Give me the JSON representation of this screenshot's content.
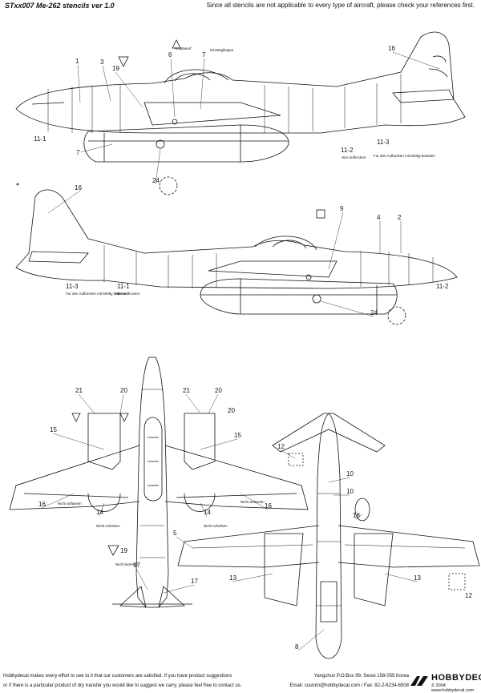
{
  "header": {
    "title": "STxx007 Me-262 stencils ver 1.0",
    "notice": "Since all stencils are not applicable to every type of aircraft, please check your references first."
  },
  "callouts": {
    "n1": "1",
    "n2": "2",
    "n3": "3",
    "n4": "4",
    "n5": "5",
    "n6": "6",
    "n7": "7",
    "n8": "8",
    "n9": "9",
    "n10": "10",
    "n11_1": "11-1",
    "n11_2": "11-2",
    "n11_3": "11-3",
    "n12": "12",
    "n13": "13",
    "n14": "14",
    "n15": "15",
    "n16": "16",
    "n17": "17",
    "n18": "18",
    "n19": "19",
    "n20": "20",
    "n21": "21",
    "n24": "24"
  },
  "stencils": {
    "nicht_anfassen": "Nicht anfassen",
    "nicht_schieben": "Nicht schieben",
    "aufbocken": "Hier aufbocken",
    "aufbocken_side": "Hier aufbocken",
    "fur_den": "Fur den Aufbocken mit 500kg belasten",
    "nicht_betreten": "Nicht betreten",
    "notabwurf": "Notabwurf",
    "einsteigen": "Einsteigklappe"
  },
  "footer": {
    "line1": "Hobbydecal makes every effort to see to it that our customers are satisfied. If you have product suggestions",
    "line2": "or if there is a particular product of dry transfer you would like to suggest we carry, please feel free to contact us.",
    "address": "Yangchun P.O.Box 99, Seoul 158-055 Korea",
    "email": "Email: custom@hobbydecal.com / Fax: 82-2-6234-6508",
    "logo": "HOBBYDECAL",
    "copyright": "© 2004 www.hobbydecal.com"
  }
}
